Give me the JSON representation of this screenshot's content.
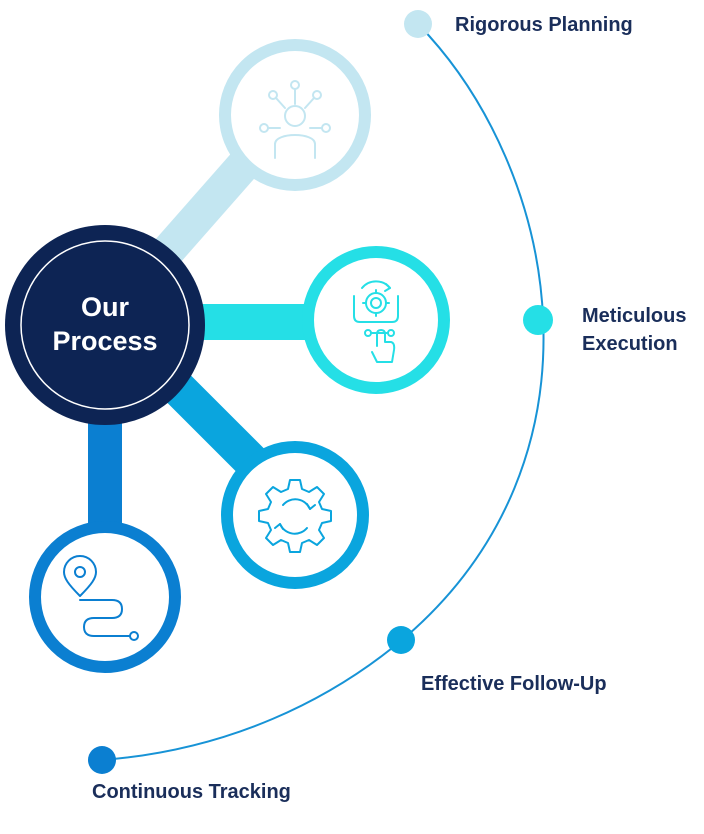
{
  "hub": {
    "line1": "Our",
    "line2": "Process"
  },
  "steps": [
    {
      "label_line1": "Rigorous Planning",
      "label_line2": "",
      "color": "#c3e6f1",
      "icon": "person-network-icon"
    },
    {
      "label_line1": "Meticulous",
      "label_line2": "Execution",
      "color": "#25dfe6",
      "icon": "gear-click-icon"
    },
    {
      "label_line1": "Effective Follow-Up",
      "label_line2": "",
      "color": "#0aa5de",
      "icon": "cycle-gear-icon"
    },
    {
      "label_line1": "Continuous Tracking",
      "label_line2": "",
      "color": "#0b7fd1",
      "icon": "route-pin-icon"
    }
  ],
  "colors": {
    "hub": "#0d2454",
    "arc": "#1793d6",
    "label_text": "#1a2e5a"
  }
}
